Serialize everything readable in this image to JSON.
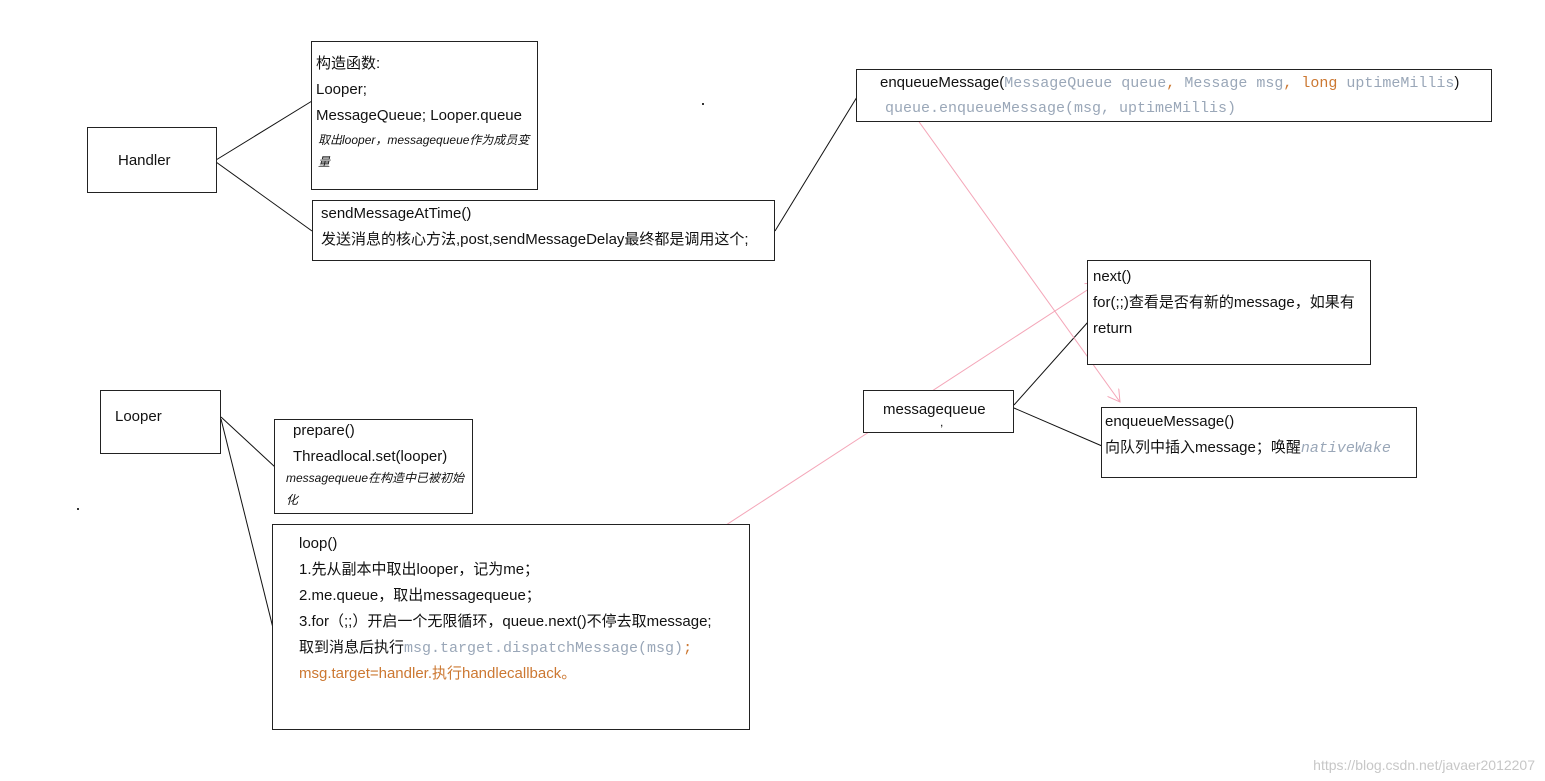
{
  "handler": {
    "title": "Handler",
    "ctor": {
      "line1": "构造函数:",
      "line2": "Looper;",
      "line3": "MessageQueue; Looper.queue",
      "note": "取出looper，messagequeue作为成员变量"
    },
    "send": {
      "line1": "sendMessageAtTime()",
      "line2": "发送消息的核心方法,post,sendMessageDelay最终都是调用这个;"
    }
  },
  "enqueue_top": {
    "method": "enqueueMessage(",
    "params": [
      "MessageQueue queue",
      ", ",
      "Message msg",
      ", ",
      "long",
      " uptimeMillis"
    ],
    "close": ")",
    "line2": "queue.enqueueMessage(msg, uptimeMillis)"
  },
  "next_box": {
    "line1": "next()",
    "line2": "for(;;)查看是否有新的message，如果有",
    "line3": "return"
  },
  "messagequeue": {
    "title": "messagequeue",
    "mark": ","
  },
  "enqueue_right": {
    "line1": "enqueueMessage()",
    "line2": "向队列中插入message；唤醒",
    "line2_code": "nativeWake"
  },
  "looper": {
    "title": "Looper",
    "prepare": {
      "line1": "prepare()",
      "line2": "Threadlocal.set(looper)",
      "note": "messagequeue在构造中已被初始化"
    },
    "loop": {
      "line1": "loop()",
      "line2": "1.先从副本中取出looper，记为me；",
      "line3": "2.me.queue，取出messagequeue；",
      "line4": "3.for（;;）开启一个无限循环，queue.next()不停去取message;",
      "line5_text": "取到消息后执行",
      "line5_code": "msg.target.dispatchMessage(msg)",
      "line5_tail": ";",
      "line6": "msg.target=handler.执行handlecallback。"
    }
  },
  "watermark": "https://blog.csdn.net/javaer2012207",
  "colors": {
    "pink_arrow": "#f4a6b8",
    "code_gray": "#9aa7b8",
    "keyword_orange": "#cc7832"
  }
}
